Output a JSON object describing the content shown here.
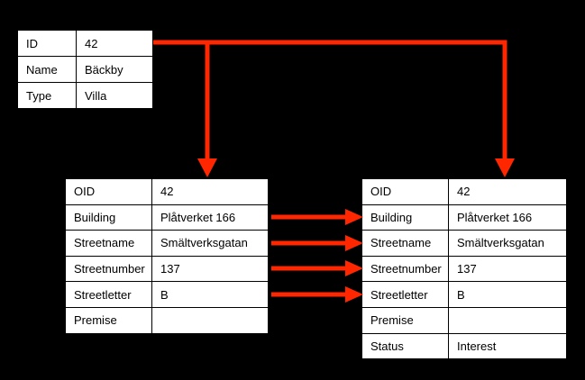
{
  "colors": {
    "background": "#000000",
    "arrow": "#ff2600",
    "table_bg": "#ffffff",
    "table_border": "#000000",
    "text": "#000000"
  },
  "tables": {
    "house": {
      "rows": [
        {
          "label": "ID",
          "value": "42"
        },
        {
          "label": "Name",
          "value": "Bäckby"
        },
        {
          "label": "Type",
          "value": "Villa"
        }
      ]
    },
    "address_left": {
      "rows": [
        {
          "label": "OID",
          "value": "42"
        },
        {
          "label": "Building",
          "value": "Plåtverket 166"
        },
        {
          "label": "Streetname",
          "value": "Smältverksgatan"
        },
        {
          "label": "Streetnumber",
          "value": "137"
        },
        {
          "label": "Streetletter",
          "value": "B"
        },
        {
          "label": "Premise",
          "value": ""
        }
      ]
    },
    "address_right": {
      "rows": [
        {
          "label": "OID",
          "value": "42"
        },
        {
          "label": "Building",
          "value": "Plåtverket 166"
        },
        {
          "label": "Streetname",
          "value": "Smältverksgatan"
        },
        {
          "label": "Streetnumber",
          "value": "137"
        },
        {
          "label": "Streetletter",
          "value": "B"
        },
        {
          "label": "Premise",
          "value": ""
        },
        {
          "label": "Status",
          "value": "Interest"
        }
      ]
    }
  },
  "connections": [
    {
      "from": "house.ID",
      "to": "address_left.OID"
    },
    {
      "from": "house.ID",
      "to": "address_right.OID"
    },
    {
      "from": "address_left.Building",
      "to": "address_right.Building"
    },
    {
      "from": "address_left.Streetname",
      "to": "address_right.Streetname"
    },
    {
      "from": "address_left.Streetnumber",
      "to": "address_right.Streetnumber"
    },
    {
      "from": "address_left.Streetletter",
      "to": "address_right.Streetletter"
    }
  ]
}
